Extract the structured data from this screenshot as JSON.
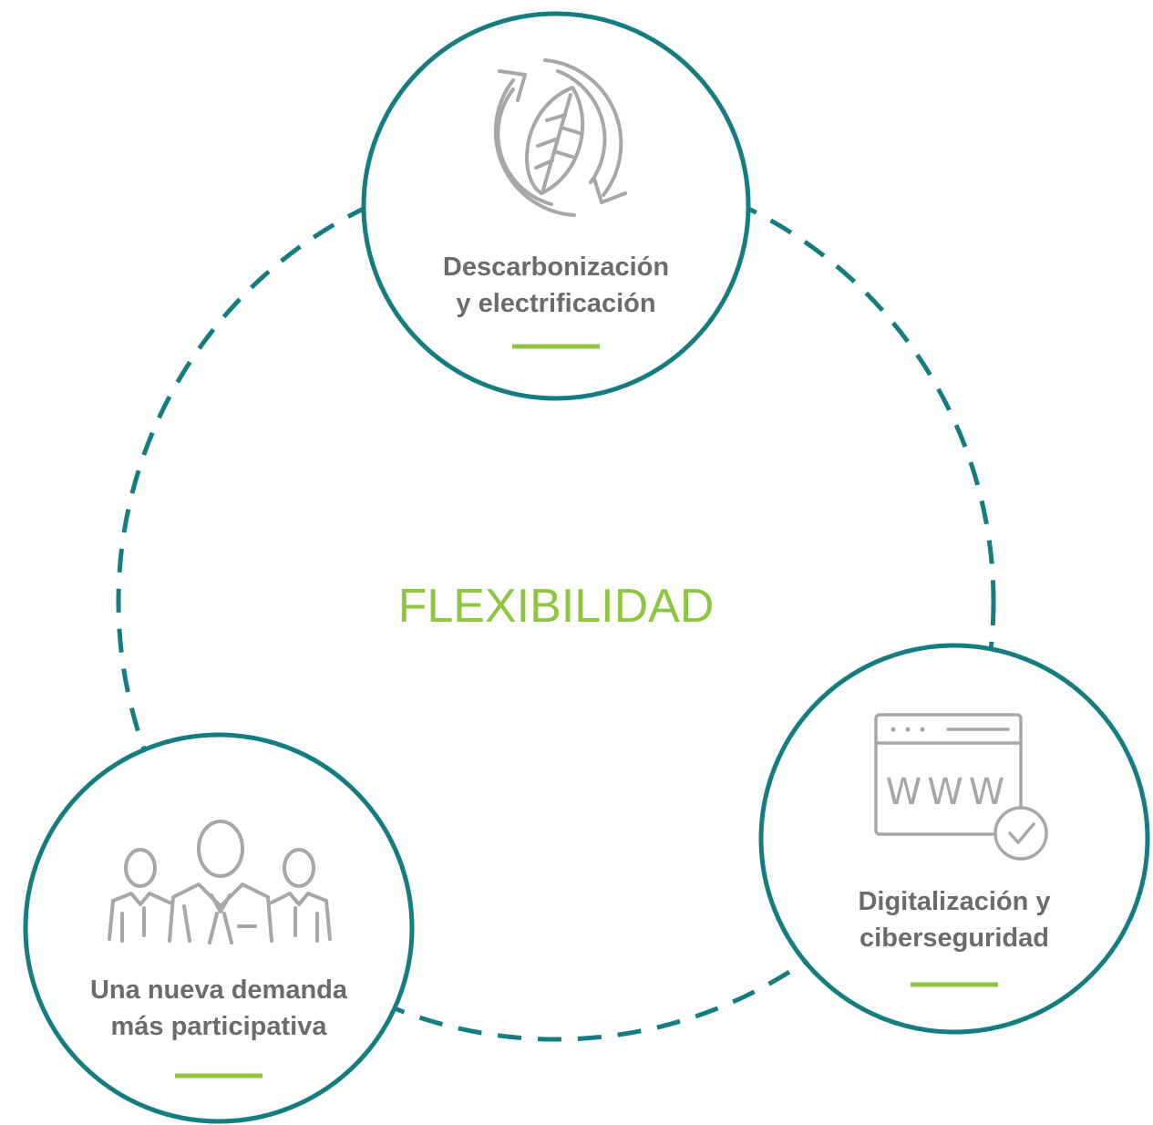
{
  "center": {
    "label": "FLEXIBILIDAD"
  },
  "nodes": [
    {
      "id": "top",
      "icon": "recycle-leaf-icon",
      "lines": [
        "Descarbonización",
        "y electrificación"
      ]
    },
    {
      "id": "right",
      "icon": "browser-www-check-icon",
      "icon_text": "WWW",
      "lines": [
        "Digitalización y",
        "ciberseguridad"
      ]
    },
    {
      "id": "left",
      "icon": "people-group-icon",
      "lines": [
        "Una nueva demanda",
        "más participativa"
      ]
    }
  ],
  "colors": {
    "teal": "#137d82",
    "green": "#8cc63f",
    "text_gray": "#6b6b6b",
    "icon_gray": "#a7a7a7"
  }
}
